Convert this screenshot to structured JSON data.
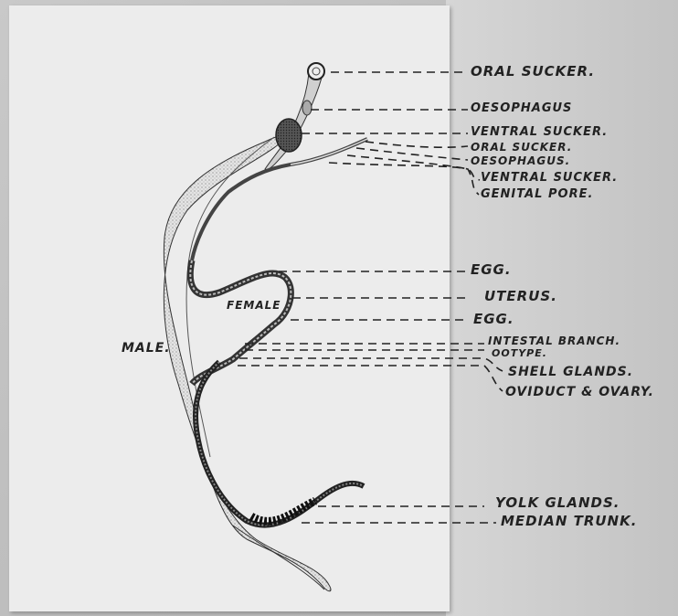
{
  "labels": {
    "oral_sucker": "ORAL SUCKER.",
    "oesophagus": "OESOPHAGUS",
    "ventral_sucker": "VENTRAL SUCKER.",
    "oral_sucker_female": "ORAL SUCKER.",
    "oesophagus_female": "OESOPHAGUS.",
    "ventral_sucker_female": "VENTRAL SUCKER.",
    "genital_pore": "GENITAL PORE.",
    "egg_1": "EGG.",
    "uterus": "UTERUS.",
    "egg_2": "EGG.",
    "intestinal_branch": "INTESTAL BRANCH.",
    "ootype": "OOTYPE.",
    "shell_glands": "SHELL GLANDS.",
    "oviduct_ovary": "OVIDUCT & OVARY.",
    "yolk_glands": "YOLK GLANDS.",
    "median_trunk": "MEDIAN TRUNK.",
    "male": "MALE.",
    "female": "FEMALE"
  },
  "colors": {
    "ink": "#222222",
    "paper": "#ececec",
    "background": "#c4c4c4",
    "male_body": "#d9d9d9",
    "female_body": "#555555"
  }
}
